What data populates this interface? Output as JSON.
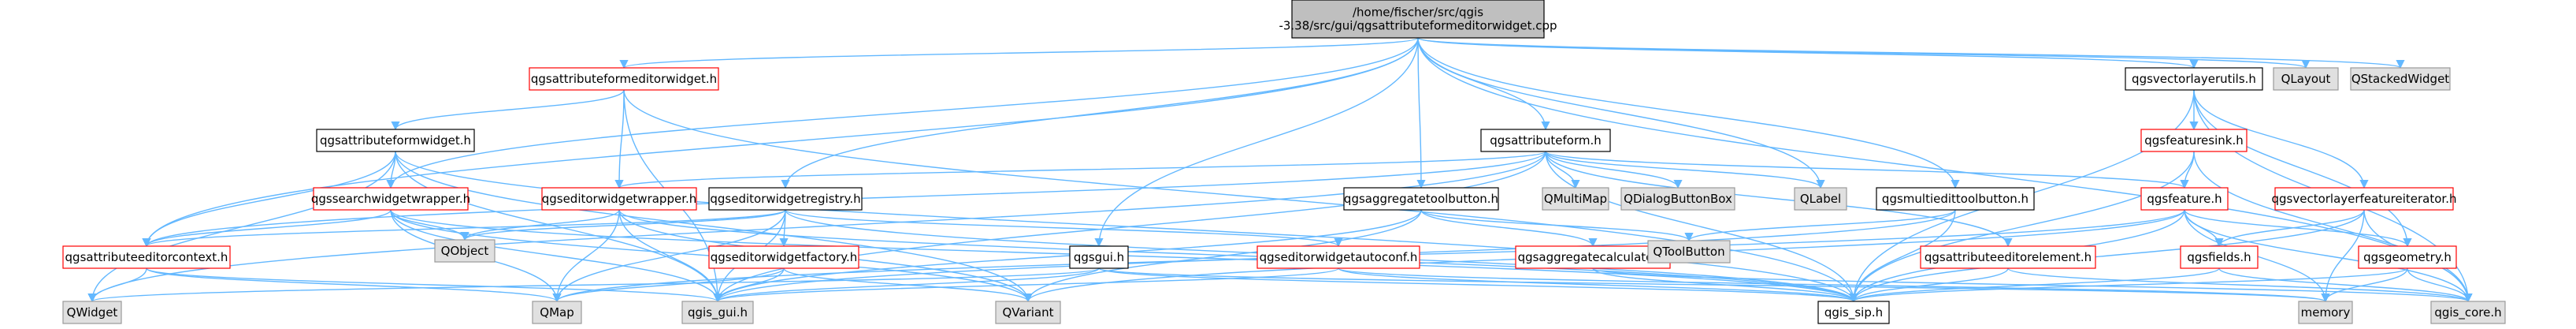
{
  "colors": {
    "root_fill": "#bfbfbf",
    "header_border": "#000000",
    "project_border": "#ff0000",
    "system_fill": "#e0e0e0",
    "system_border": "#999999",
    "edge": "#63b8ff"
  },
  "nodes": {
    "root": "/home/fischer/src/qgis\n-3.38/src/gui/qgsattributeformeditorwidget.cpp",
    "qgsattributeformeditorwidget_h": "qgsattributeformeditorwidget.h",
    "qgsvectorlayerutils_h": "qgsvectorlayerutils.h",
    "QLayout": "QLayout",
    "QStackedWidget": "QStackedWidget",
    "qgsattributeformwidget_h": "qgsattributeformwidget.h",
    "qgsattributeform_h": "qgsattributeform.h",
    "qgsfeaturesink_h": "qgsfeaturesink.h",
    "qgssearchwidgetwrapper_h": "qgssearchwidgetwrapper.h",
    "qgseditorwidgetwrapper_h": "qgseditorwidgetwrapper.h",
    "qgseditorwidgetregistry_h": "qgseditorwidgetregistry.h",
    "qgsaggregatetoolbutton_h": "qgsaggregatetoolbutton.h",
    "QMultiMap": "QMultiMap",
    "QDialogButtonBox": "QDialogButtonBox",
    "QLabel": "QLabel",
    "qgsmultiedittoolbutton_h": "qgsmultiedittoolbutton.h",
    "qgsfeature_h": "qgsfeature.h",
    "qgsvectorlayerfeatureiterator_h": "qgsvectorlayerfeatureiterator.h",
    "qgsattributeeditorcontext_h": "qgsattributeeditorcontext.h",
    "QObject": "QObject",
    "qgseditorwidgetfactory_h": "qgseditorwidgetfactory.h",
    "qgsgui_h": "qgsgui.h",
    "qgseditorwidgetautoconf_h": "qgseditorwidgetautoconf.h",
    "qgsaggregatecalculator_h": "qgsaggregatecalculator.h",
    "QToolButton": "QToolButton",
    "qgsattributeeditorelement_h": "qgsattributeeditorelement.h",
    "qgsfields_h": "qgsfields.h",
    "qgsgeometry_h": "qgsgeometry.h",
    "QWidget": "QWidget",
    "QMap": "QMap",
    "qgis_gui_h": "qgis_gui.h",
    "QVariant": "QVariant",
    "qgis_sip_h": "qgis_sip.h",
    "memory": "memory",
    "qgis_core_h": "qgis_core.h"
  }
}
